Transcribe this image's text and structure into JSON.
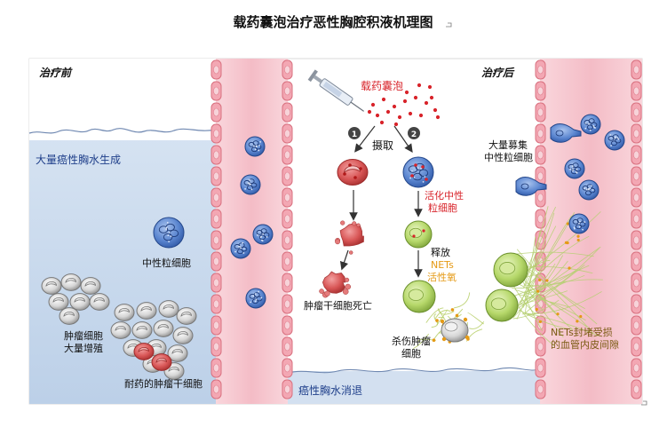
{
  "title": "载药囊泡治疗恶性胸腔积液机理图",
  "left_panel": {
    "header": "治疗前",
    "effusion_label": "大量癌性胸水生成",
    "neutrophil_label": "中性粒细胞",
    "tumor_cells_label_1": "肿瘤细胞",
    "tumor_cells_label_2": "大量增殖",
    "resistant_label": "耐药的肿瘤干细胞"
  },
  "center_panel": {
    "vesicle_label": "载药囊泡",
    "step_1": "1",
    "step_2": "2",
    "uptake_label": "摄取",
    "activated_label_1": "活化中性",
    "activated_label_2": "粒细胞",
    "release_label": "释放",
    "nets_label": "NETs",
    "ros_label": "活性氧",
    "tumor_death_label": "肿瘤干细胞死亡",
    "kill_label_1": "杀伤肿瘤",
    "kill_label_2": "细胞",
    "effusion_resolved": "癌性胸水消退"
  },
  "right_panel": {
    "header": "治疗后",
    "recruit_label_1": "大量募集",
    "recruit_label_2": "中性粒细胞",
    "nets_block_label_1": "NETs封堵受损",
    "nets_block_label_2": "的血管内皮间隙"
  },
  "colors": {
    "effusion_blue": "#c9d9ec",
    "vessel_pink": "#f6c9d0",
    "endothelium": "#e98a98",
    "neutrophil_blue": "#4d78c4",
    "tumor_red": "#d94b4b",
    "activated_green": "#a8cf5a",
    "label_red": "#d8232a",
    "label_blue": "#1f3f8a",
    "label_orange": "#e59a16"
  }
}
